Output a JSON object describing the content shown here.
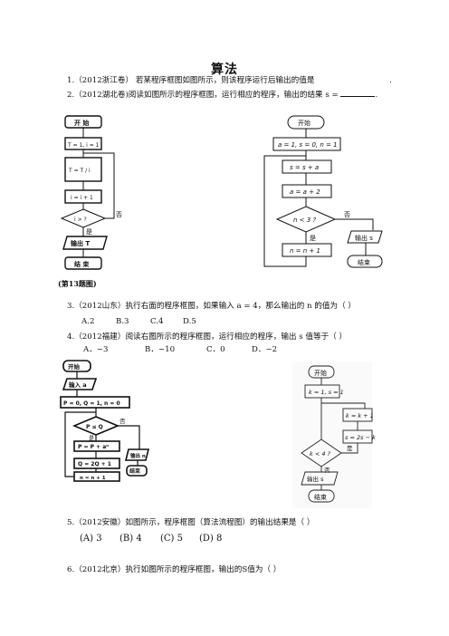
{
  "page": {
    "title": "算法"
  },
  "questions": {
    "q1": {
      "text": "1.（2012浙江卷） 若某程序框图如图所示，则该程序运行后输出的值是",
      "end": "."
    },
    "q2": {
      "text": "2.（2012湖北卷)阅读如图所示的程序框图，运行相应的程序，输出的结果 s =",
      "end": "."
    },
    "q3": {
      "text": "3.（2012山东）执行右面的程序框图，如果输入 a = 4，那么输出的 n 的值为（    ）",
      "options": [
        "A.2",
        "B.3",
        "C.4",
        "D.5"
      ]
    },
    "q4": {
      "text": "4.（2012福建）阅读右图所示的程序框图，运行相应的程序，输出 s 值等于（    ）",
      "options": [
        "A．−3",
        "B．−10",
        "C．0",
        "D．−2"
      ]
    },
    "q5": {
      "text": "5.（2012安徽）如图所示，程序框图（算法流程图）的输出结果是（        ）",
      "options": [
        "(A) 3",
        "(B) 4",
        "(C) 5",
        "(D) 8"
      ]
    },
    "q6": {
      "text": "6.（2012北京）执行如图所示的程序框图，输出的S值为（   ）"
    }
  },
  "figures": {
    "fig1": {
      "start": "开 始",
      "init": "T = 1, i = 1",
      "assign_t": "T = T / i",
      "incr": "i = i + 1",
      "cond": "i > ?",
      "no": "否",
      "yes": "是",
      "output": "输出 T",
      "end": "结 束",
      "caption": "(第13题图)"
    },
    "fig2": {
      "start": "开始",
      "init": "a = 1, s = 0, n = 1",
      "step1": "s = s + a",
      "step2": "a = a + 2",
      "cond": "n < 3 ?",
      "no": "否",
      "yes": "是",
      "incr": "n = n + 1",
      "output": "输出 s",
      "end": "结束"
    },
    "fig3": {
      "start": "开始",
      "input": "输入 a",
      "init": "P = 0, Q = 1, n = 0",
      "cond": "P ≤ Q",
      "yes": "是",
      "no": "否",
      "p": "P = P + aⁿ",
      "q": "Q = 2Q + 1",
      "n": "n = n + 1",
      "output": "输出 n",
      "end": "结束"
    },
    "fig4": {
      "start": "开始",
      "init": "k = 1, s = 1",
      "incr": "k = k + 1",
      "calc": "s = 2s − k",
      "cond": "k < 4 ?",
      "yes": "是",
      "no": "否",
      "output": "输出 s",
      "end": "结束"
    }
  }
}
